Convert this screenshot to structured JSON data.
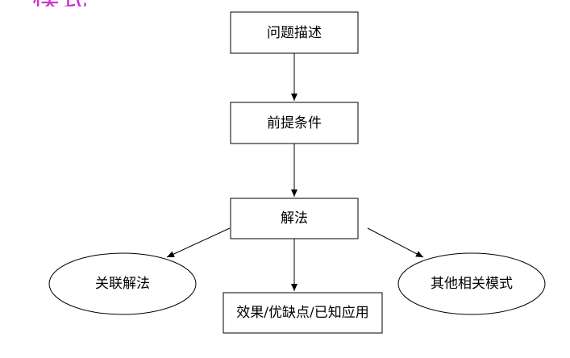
{
  "page": {
    "title_fragment": "模式"
  },
  "colors": {
    "title": "#cc33cc",
    "stroke": "#000000",
    "fill": "#ffffff"
  },
  "nodes": {
    "problem": {
      "label": "问题描述",
      "shape": "rect"
    },
    "precondition": {
      "label": "前提条件",
      "shape": "rect"
    },
    "solution": {
      "label": "解法",
      "shape": "rect"
    },
    "related_solution": {
      "label": "关联解法",
      "shape": "ellipse"
    },
    "effects": {
      "label": "效果/优缺点/已知应用",
      "shape": "rect"
    },
    "related_patterns": {
      "label": "其他相关模式",
      "shape": "ellipse"
    }
  },
  "edges": [
    {
      "from": "problem",
      "to": "precondition"
    },
    {
      "from": "precondition",
      "to": "solution"
    },
    {
      "from": "solution",
      "to": "related_solution"
    },
    {
      "from": "solution",
      "to": "effects"
    },
    {
      "from": "solution",
      "to": "related_patterns"
    }
  ]
}
